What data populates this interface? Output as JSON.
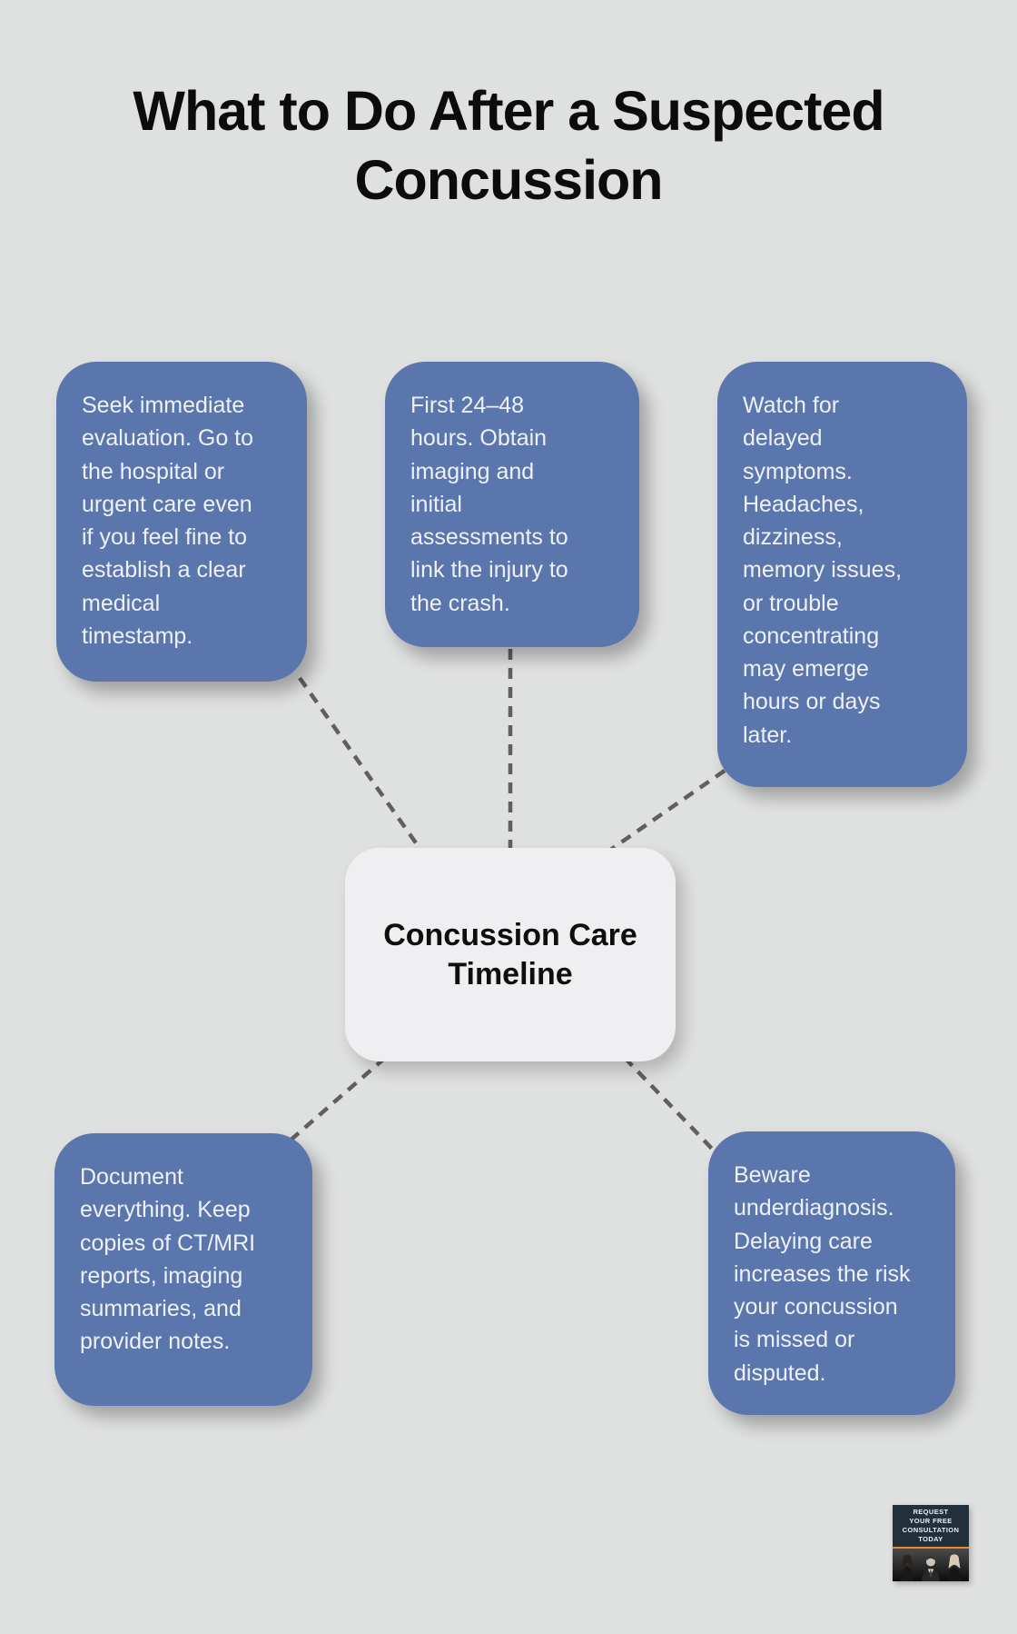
{
  "title": "What to Do After a Suspected\nConcussion",
  "center_node": {
    "label": "Concussion Care\nTimeline"
  },
  "nodes": [
    {
      "id": "immediate-evaluation",
      "text": "Seek immediate\nevaluation. Go to\nthe hospital or\nurgent care even\nif you feel fine to\nestablish a clear\nmedical\ntimestamp."
    },
    {
      "id": "first-24-48-hours",
      "text": "First 24–48\nhours. Obtain\nimaging and\ninitial\nassessments to\nlink the injury to\nthe crash."
    },
    {
      "id": "delayed-symptoms",
      "text": "Watch for\ndelayed\nsymptoms.\nHeadaches,\ndizziness,\nmemory issues,\nor trouble\nconcentrating\nmay emerge\nhours or days\nlater."
    },
    {
      "id": "document-everything",
      "text": "Document\neverything. Keep\ncopies of CT/MRI\nreports, imaging\nsummaries, and\nprovider notes."
    },
    {
      "id": "beware-underdiagnosis",
      "text": "Beware\nunderdiagnosis.\nDelaying care\nincreases the risk\nyour concussion\nis missed or\ndisputed."
    }
  ],
  "badge": {
    "text": "REQUEST\nYOUR FREE\nCONSULTATION\nTODAY"
  },
  "colors": {
    "background": "#dfe0e0",
    "node_fill": "#5b76ad",
    "node_text": "#eef1f6",
    "center_fill": "#efeff1",
    "connector": "#5f5f5f",
    "title_text": "#0c0c0c",
    "badge_bg": "#22303c",
    "badge_accent": "#e88b2c"
  }
}
